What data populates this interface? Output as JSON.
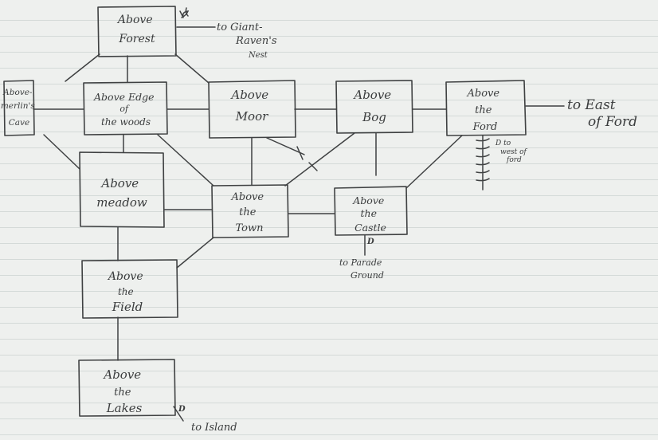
{
  "map": {
    "rooms": [
      {
        "id": "above-forest",
        "lines": [
          "Above",
          "Forest"
        ]
      },
      {
        "id": "above-merlins-cave",
        "lines": [
          "Above-",
          "merlin's",
          "Cave"
        ]
      },
      {
        "id": "above-edge-of-woods",
        "lines": [
          "Above Edge",
          "of",
          "the woods"
        ]
      },
      {
        "id": "above-moor",
        "lines": [
          "Above",
          "Moor"
        ]
      },
      {
        "id": "above-bog",
        "lines": [
          "Above",
          "Bog"
        ]
      },
      {
        "id": "above-the-ford",
        "lines": [
          "Above",
          "the",
          "Ford"
        ]
      },
      {
        "id": "above-meadow",
        "lines": [
          "Above",
          "meadow"
        ]
      },
      {
        "id": "above-the-town",
        "lines": [
          "Above",
          "the",
          "Town"
        ]
      },
      {
        "id": "above-the-castle",
        "lines": [
          "Above",
          "the",
          "Castle"
        ]
      },
      {
        "id": "above-the-field",
        "lines": [
          "Above",
          "the",
          "Field"
        ]
      },
      {
        "id": "above-the-lakes",
        "lines": [
          "Above",
          "the",
          "Lakes"
        ]
      }
    ],
    "exits": {
      "giant_raven": [
        "to Giant-",
        "Raven's",
        "Nest"
      ],
      "east_of_ford": [
        "to East",
        "of Ford"
      ],
      "west_of_ford": [
        "D to",
        "west of",
        "ford"
      ],
      "parade_ground": [
        "to Parade",
        "Ground"
      ],
      "island": "to Island",
      "down_marker": "D"
    }
  }
}
